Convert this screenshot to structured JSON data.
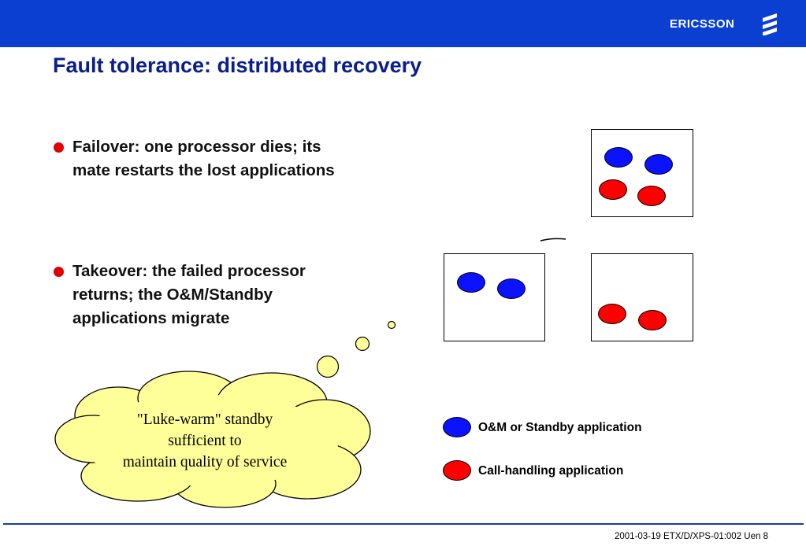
{
  "header": {
    "brand": "ERICSSON",
    "logo_icon": "ericsson-logo-icon"
  },
  "slide": {
    "title": "Fault tolerance: distributed recovery",
    "bullets": [
      {
        "lines": [
          "Failover: one processor dies; its",
          "mate restarts the lost applications"
        ]
      },
      {
        "lines": [
          "Takeover: the failed processor",
          "returns; the O&M/Standby",
          "applications migrate"
        ]
      }
    ]
  },
  "cloud": {
    "lines": [
      "\"Luke-warm\" standby",
      "sufficient to",
      "maintain quality of service"
    ]
  },
  "legend": {
    "items": [
      {
        "label": "O&M or Standby application",
        "color": "#0b12ff"
      },
      {
        "label": "Call-handling application",
        "color": "#ff0000"
      }
    ]
  },
  "footer": {
    "text": "2001-03-19  ETX/D/XPS-01:002 Uen   8"
  },
  "colors": {
    "header_bar": "#0a3fd2",
    "title": "#0b1f8c",
    "bullet_dot": "#e00000",
    "cloud_fill": "#ffff99"
  }
}
